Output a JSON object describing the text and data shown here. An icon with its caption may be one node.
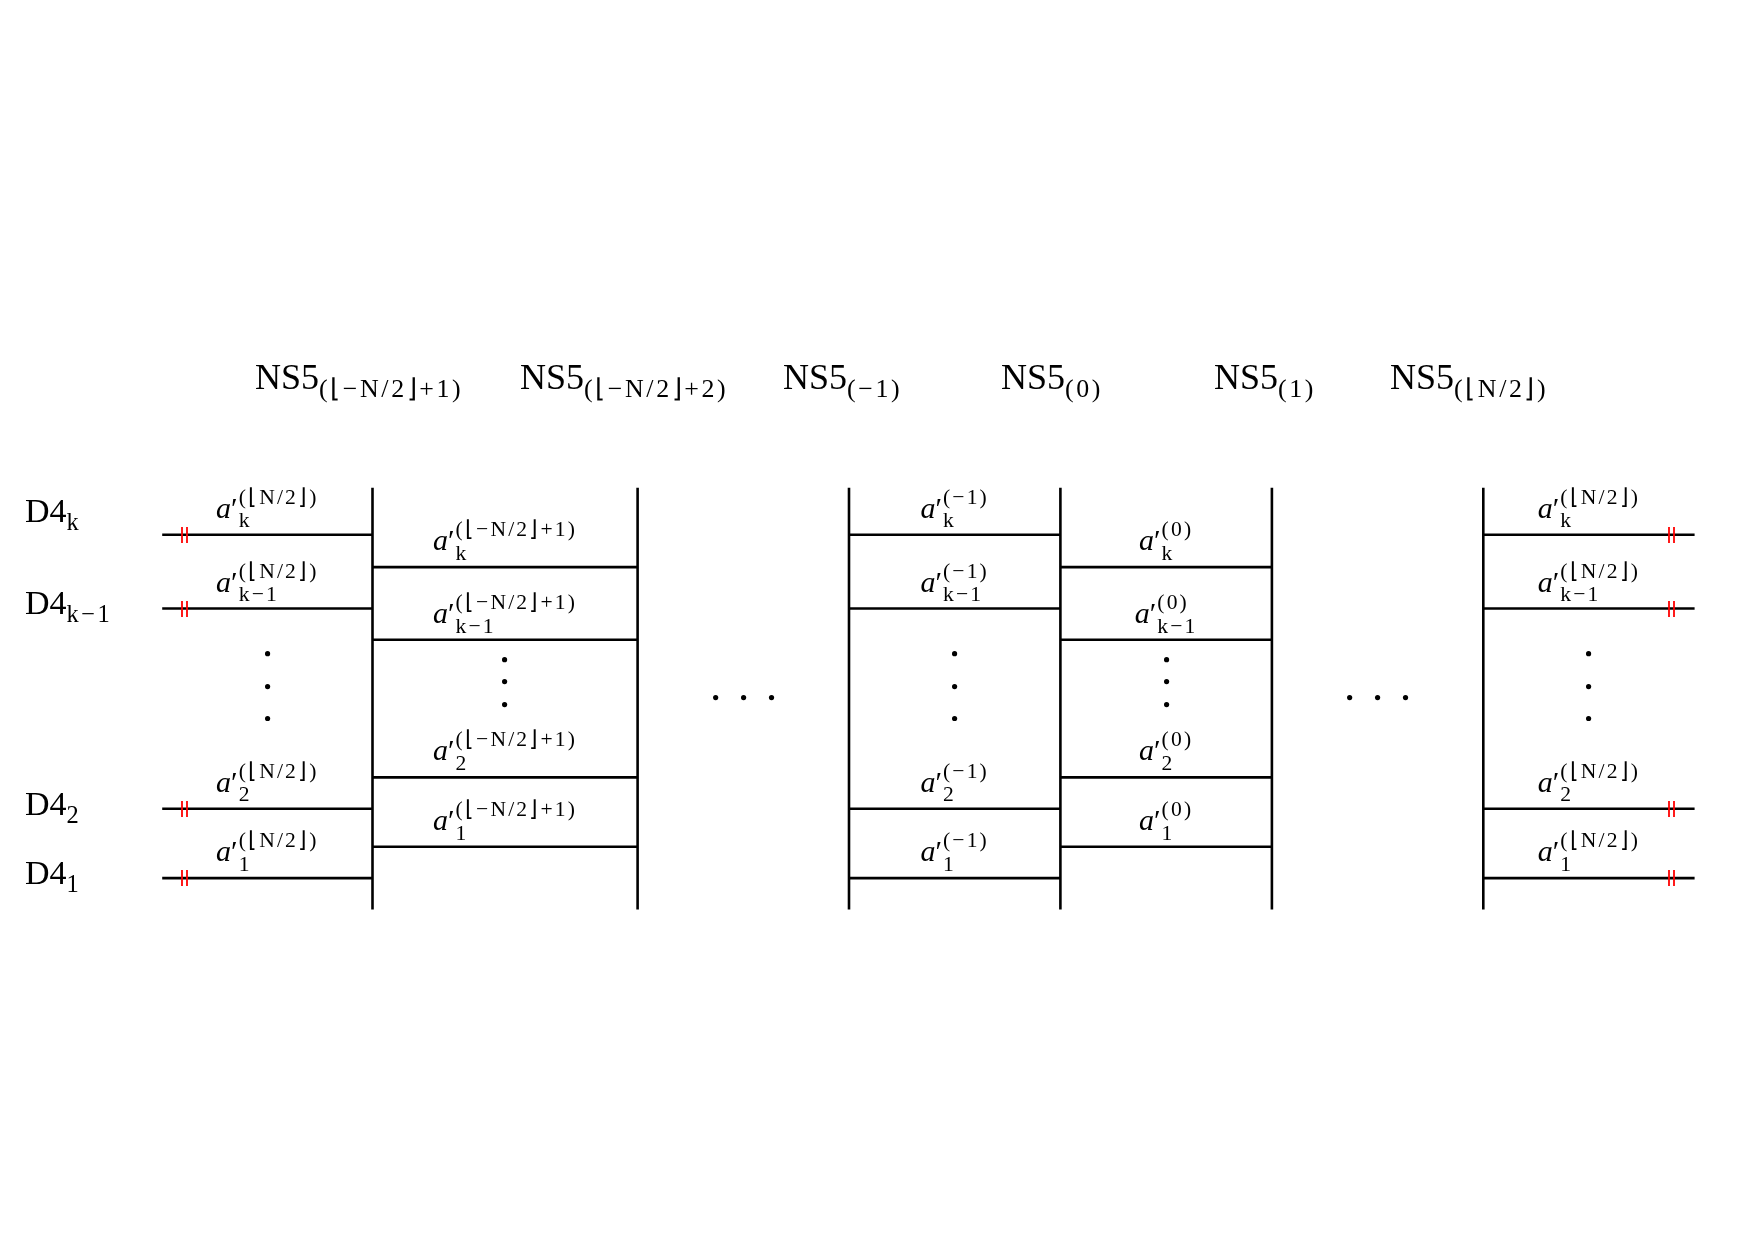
{
  "diagram": {
    "labels": [
      "NS5$_{(⌊−N/2⌋+1)}$",
      "NS5$_{(⌊−N/2⌋+2)}$",
      "NS5$_{(−1)}$",
      "NS5$_{(0)}$",
      "NS5$_{(1)}$",
      "NS5$_{(⌊N/2⌋)}$",
      "D4$_{k}$",
      "D4$_{k−1}$",
      "D4$_{2}$",
      "D4$_{1}$",
      "*a*′$^{(⌊N/2⌋)}$$_{k}$",
      "*a*′$^{(⌊N/2⌋)}$$_{k−1}$",
      "*a*′$^{(⌊N/2⌋)}$$_{2}$",
      "*a*′$^{(⌊N/2⌋)}$$_{1}$",
      "*a*′$^{(⌊−N/2⌋+1)}$$_{k}$",
      "*a*′$^{(⌊−N/2⌋+1)}$$_{k−1}$",
      "*a*′$^{(⌊−N/2⌋+1)}$$_{2}$",
      "*a*′$^{(⌊−N/2⌋+1)}$$_{1}$",
      "*a*′$^{(−1)}$$_{k}$",
      "*a*′$^{(−1)}$$_{k−1}$",
      "*a*′$^{(−1)}$$_{2}$",
      "*a*′$^{(−1)}$$_{1}$",
      "*a*′$^{(0)}$$_{k}$",
      "*a*′$^{(0)}$$_{k−1}$",
      "*a*′$^{(0)}$$_{2}$",
      "*a*′$^{(0)}$$_{1}$",
      "*a*′$^{(⌊N/2⌋)}$$_{k}$",
      "*a*′$^{(⌊N/2⌋)}$$_{k−1}$",
      "*a*′$^{(⌊N/2⌋)}$$_{2}$",
      "*a*′$^{(⌊N/2⌋)}$$_{1}$"
    ]
  }
}
